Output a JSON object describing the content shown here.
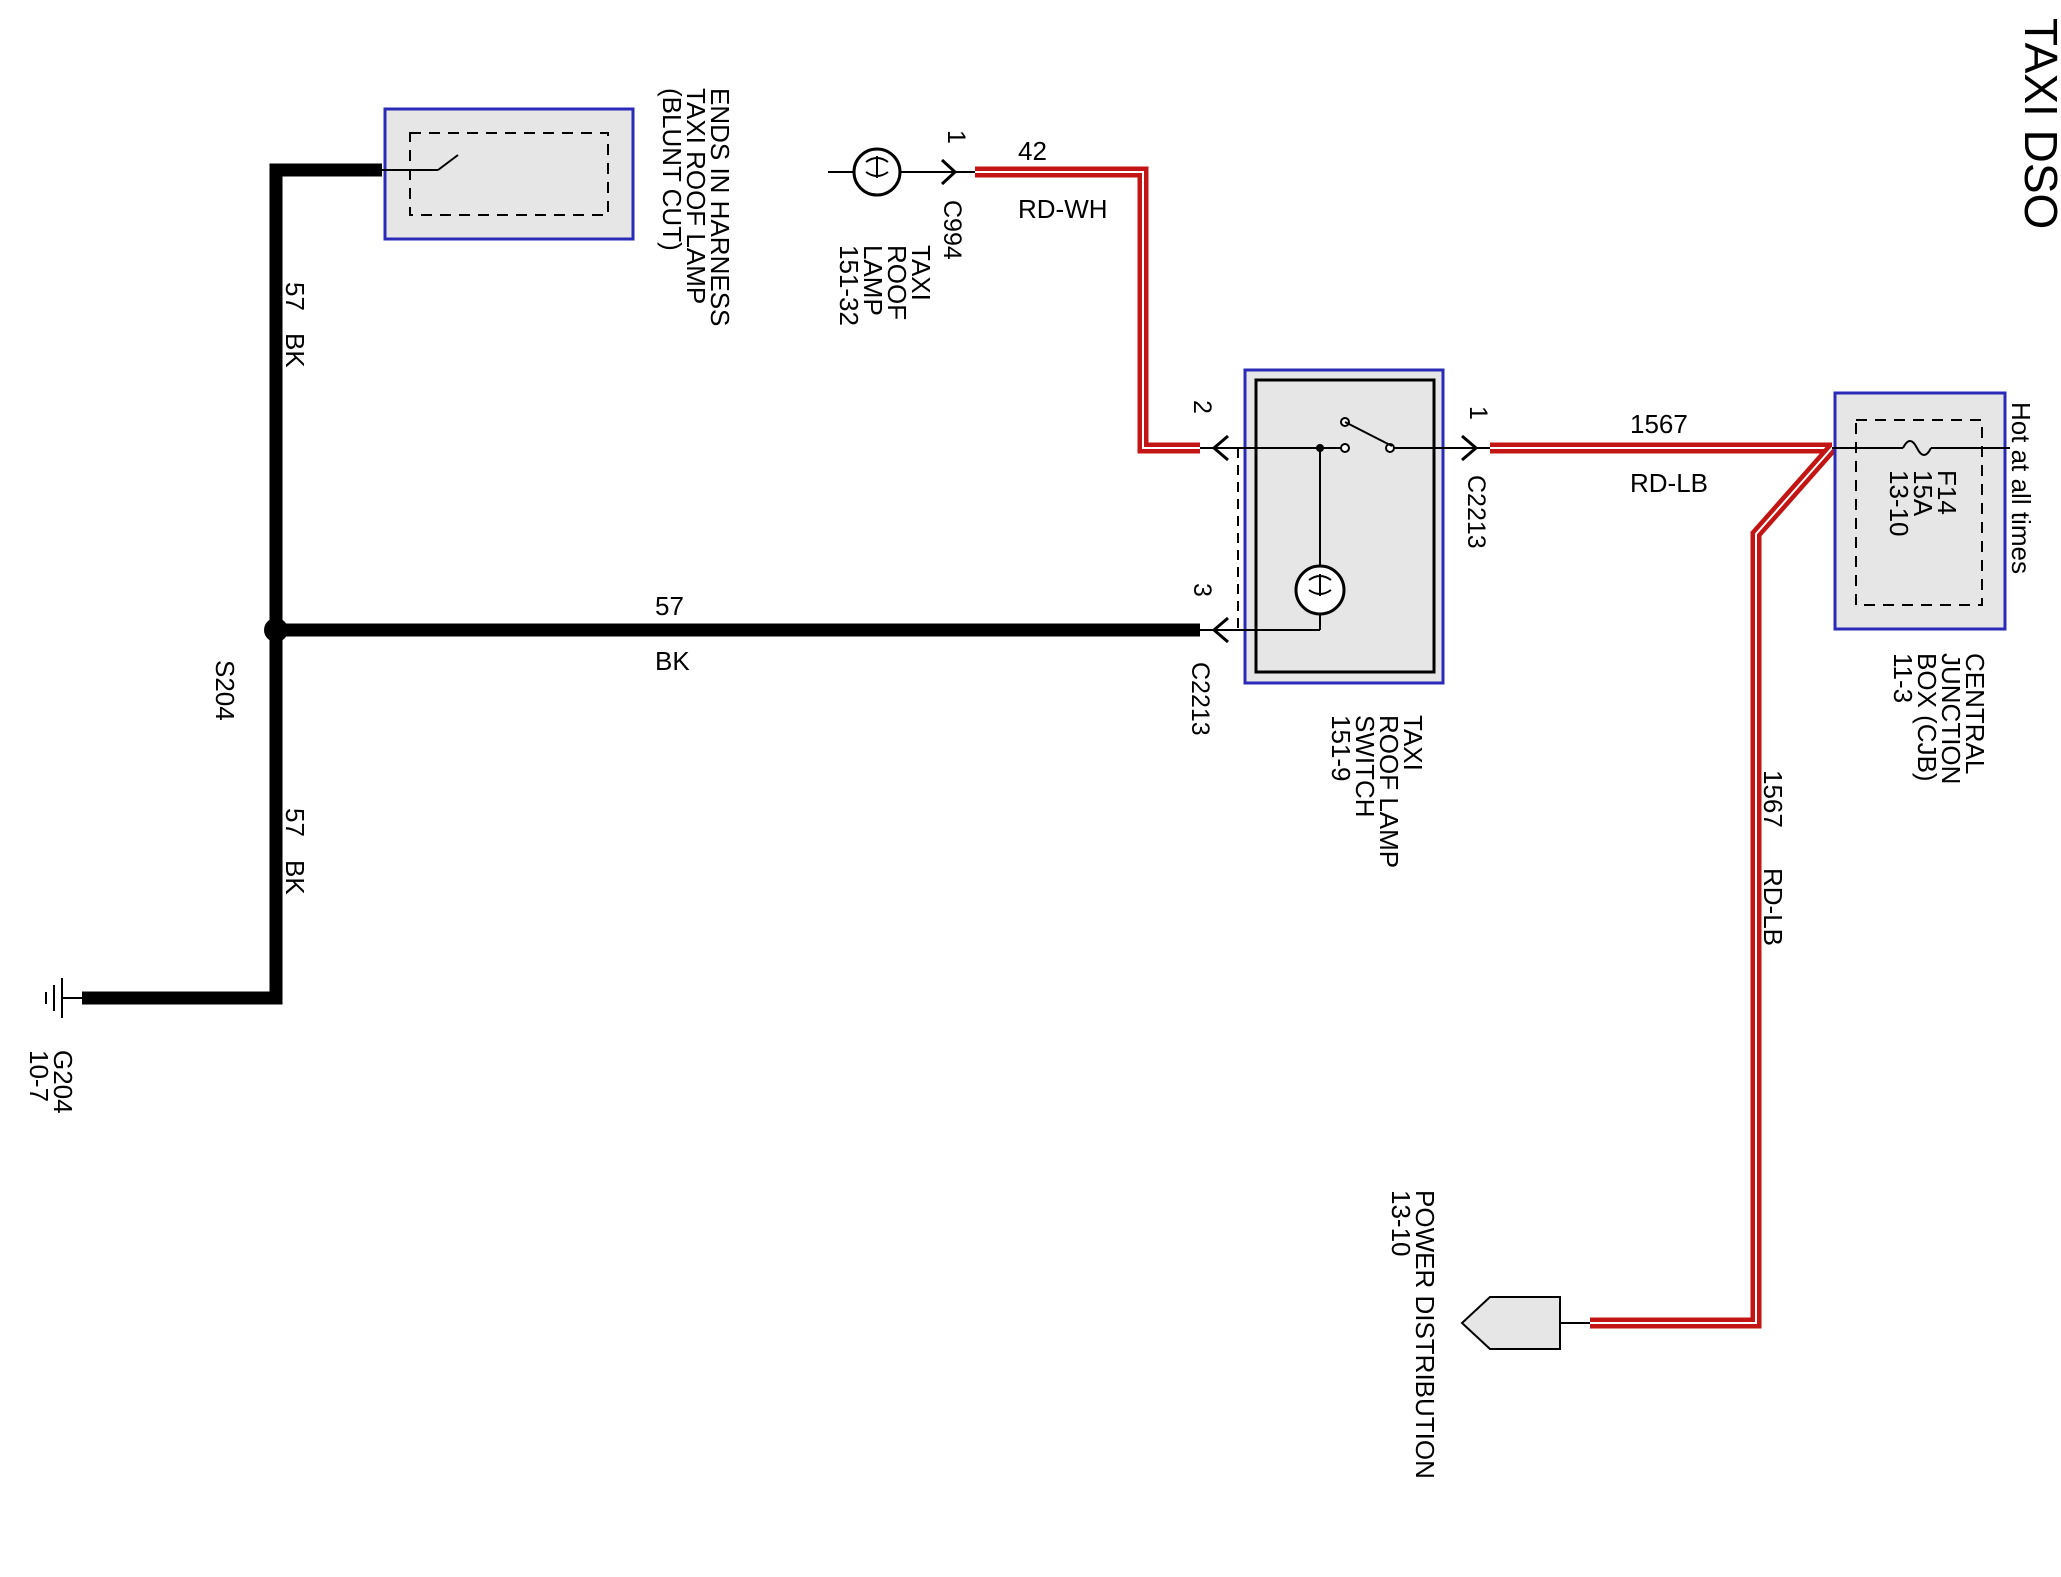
{
  "title": "TAXI DSO",
  "colors": {
    "wire_red": "#d01818",
    "wire_black": "#000000",
    "component_border": "#2b2bb8",
    "component_fill": "#e6e6e6"
  },
  "components": {
    "blunt_cut": {
      "lines": [
        "ENDS IN HARNESS",
        "TAXI ROOF LAMP",
        "(BLUNT CUT)"
      ]
    },
    "roof_lamp": {
      "lines": [
        "TAXI",
        "ROOF",
        "LAMP",
        "151-32"
      ],
      "connector": "C994",
      "pin": "1",
      "icon": "lamp-icon"
    },
    "switch": {
      "lines": [
        "TAXI",
        "ROOF LAMP",
        "SWITCH",
        "151-9"
      ],
      "connector_top": "C2213",
      "connector_bottom": "C2213",
      "pin_left_top": "2",
      "pin_right_top": "1",
      "pin_left_bottom": "3",
      "icon": "switch-icon"
    },
    "cjb": {
      "lines": [
        "CENTRAL",
        "JUNCTION",
        "BOX (CJB)",
        "11-3"
      ],
      "fuse_lines": [
        "F14",
        "15A",
        "13-10"
      ],
      "hot_label": "Hot at all times",
      "icon": "fuse-icon"
    },
    "power_distribution": {
      "lines": [
        "POWER DISTRIBUTION",
        "13-10"
      ]
    },
    "ground": {
      "lines": [
        "G204",
        "10-7"
      ],
      "icon": "ground-icon"
    },
    "splice": {
      "label": "S204"
    }
  },
  "wires": {
    "w42": {
      "circuit": "42",
      "color": "RD-WH"
    },
    "w1567_top": {
      "circuit": "1567",
      "color": "RD-LB"
    },
    "w1567_right": {
      "circuit": "1567",
      "color": "RD-LB"
    },
    "w57_mid": {
      "circuit": "57",
      "color": "BK"
    },
    "w57_upper": {
      "circuit": "57",
      "color": "BK"
    },
    "w57_lower": {
      "circuit": "57",
      "color": "BK"
    }
  }
}
